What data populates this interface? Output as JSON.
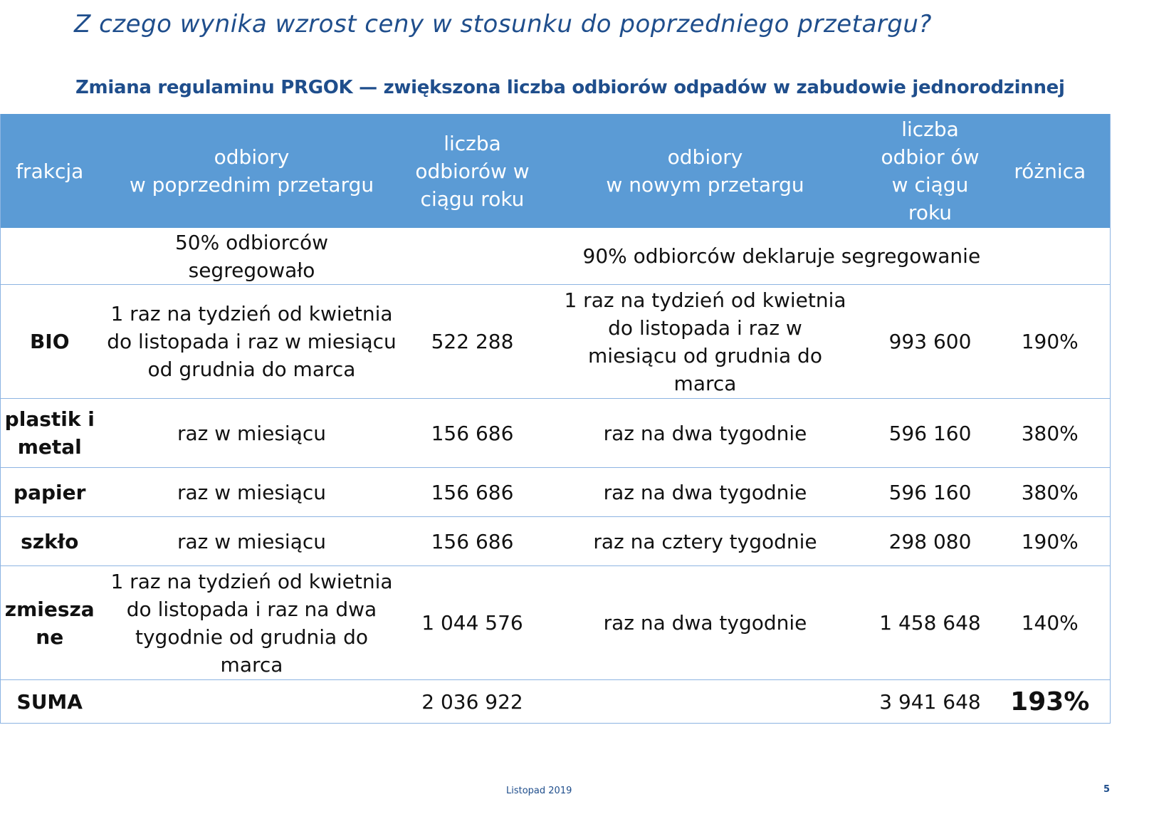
{
  "title": "Z czego wynika wzrost ceny w stosunku do poprzedniego przetargu?",
  "subtitle": "Zmiana regulaminu PRGOK — zwiększona liczba odbiorów odpadów w zabudowie jednorodzinnej",
  "table": {
    "headers": [
      "frakcja",
      "odbiory\nw poprzednim przetargu",
      "liczba odbiorów w ciągu roku",
      "odbiory\nw nowym przetargu",
      "liczba odbior ów w ciągu roku",
      "różnica"
    ],
    "segregation_row": {
      "previous": "50% odbiorców segregowało",
      "new": "90% odbiorców deklaruje segregowanie"
    },
    "rows": [
      {
        "frakcja": "BIO",
        "prev": "1 raz na tydzień od kwietnia do listopada i raz w miesiącu od grudnia do marca",
        "prev_count": "522 288",
        "new": "1 raz na tydzień od kwietnia do listopada i raz w miesiącu od grudnia do marca",
        "new_count": "993 600",
        "diff": "190%"
      },
      {
        "frakcja": "plastik i metal",
        "prev": "raz w miesiącu",
        "prev_count": "156 686",
        "new": "raz na dwa tygodnie",
        "new_count": "596 160",
        "diff": "380%"
      },
      {
        "frakcja": "papier",
        "prev": "raz w miesiącu",
        "prev_count": "156 686",
        "new": "raz na dwa tygodnie",
        "new_count": "596 160",
        "diff": "380%"
      },
      {
        "frakcja": "szkło",
        "prev": "raz w miesiącu",
        "prev_count": "156 686",
        "new": "raz na cztery tygodnie",
        "new_count": "298 080",
        "diff": "190%"
      },
      {
        "frakcja": "zmieszane",
        "prev": "1 raz na tydzień od kwietnia do listopada i raz na dwa tygodnie od grudnia do marca",
        "prev_count": "1 044 576",
        "new": "raz na dwa tygodnie",
        "new_count": "1 458 648",
        "diff": "140%"
      }
    ],
    "total": {
      "label": "SUMA",
      "prev_count": "2 036 922",
      "new_count": "3 941 648",
      "diff": "193%"
    }
  },
  "footer": {
    "date": "Listopad 2019",
    "page": "5"
  }
}
